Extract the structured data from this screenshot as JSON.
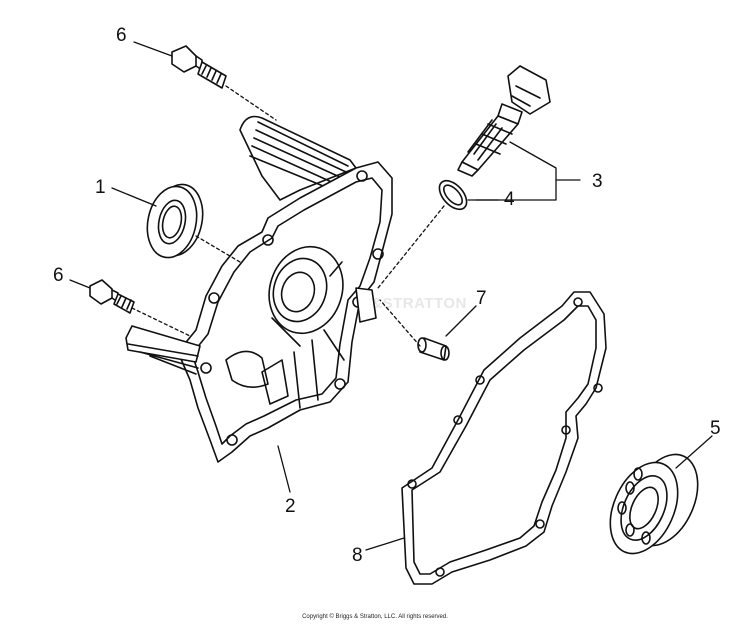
{
  "watermark": "BRIGGS&STRATTON",
  "callouts": [
    {
      "id": "label-1",
      "text": "1"
    },
    {
      "id": "label-2",
      "text": "2"
    },
    {
      "id": "label-3",
      "text": "3"
    },
    {
      "id": "label-4",
      "text": "4"
    },
    {
      "id": "label-5",
      "text": "5"
    },
    {
      "id": "label-6a",
      "text": "6"
    },
    {
      "id": "label-6b",
      "text": "6"
    },
    {
      "id": "label-7",
      "text": "7"
    },
    {
      "id": "label-8",
      "text": "8"
    }
  ],
  "copyright": "Copyright © Briggs & Stratton, LLC. All rights reserved."
}
